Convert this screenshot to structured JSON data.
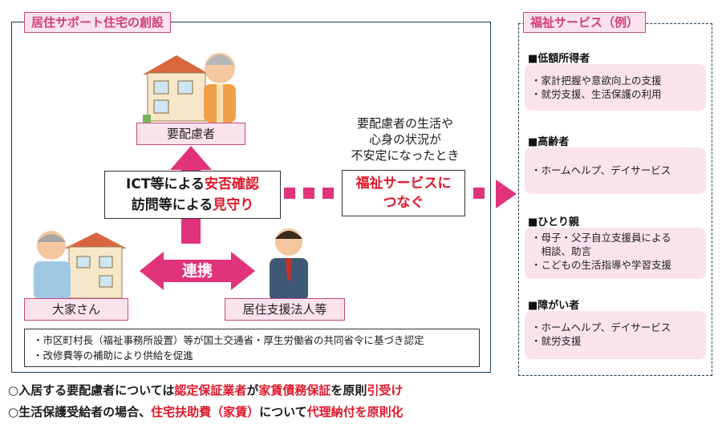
{
  "left_panel": {
    "title": "居住サポート住宅の創設",
    "care_person_label": "要配慮者",
    "landlord_label": "大家さん",
    "support_org_label": "居住支援法人等",
    "renkei_label": "連携",
    "watch_box": {
      "line1_plain": "ICT等による",
      "line1_red": "安否確認",
      "line2_plain": "訪問等による",
      "line2_red": "見守り"
    },
    "condition_text": [
      "要配慮者の生活や",
      "心身の状況が",
      "不安定になったとき"
    ],
    "connect_box": [
      "福祉サービスに",
      "つなぐ"
    ],
    "notes": [
      "・市区町村長（福祉事務所設置）等が国土交通省・厚生労働省の共同省令に基づき認定",
      "・改修費等の補助により供給を促進"
    ]
  },
  "right_panel": {
    "title": "福祉サービス（例）",
    "groups": [
      {
        "heading": "■低額所得者",
        "items": [
          "・家計把握や意欲向上の支援",
          "・就労支援、生活保護の利用"
        ]
      },
      {
        "heading": "■高齢者",
        "items": [
          "・ホームヘルプ、デイサービス"
        ]
      },
      {
        "heading": "■ひとり親",
        "items": [
          "・母子・父子自立支援員による",
          "　相談、助言",
          "・こどもの生活指導や学習支援"
        ]
      },
      {
        "heading": "■障がい者",
        "items": [
          "・ホームヘルプ、デイサービス",
          "・就労支援"
        ]
      }
    ]
  },
  "bottom_notes": [
    {
      "prefix": "○入居する要配慮者については",
      "red1": "認定保証業者",
      "mid": "が",
      "red2": "家賃債務保証",
      "mid2": "を原則",
      "red3": "引受け",
      "suffix": ""
    },
    {
      "prefix": "○生活保護受給者の場合、",
      "red1": "住宅扶助費（家賃）",
      "mid": "について",
      "red2": "代理納付を原則化",
      "mid2": "",
      "red3": "",
      "suffix": ""
    }
  ],
  "colors": {
    "accent_pink": "#e0337a",
    "label_bg": "#fbe3ee",
    "highlight_red": "#e0172a",
    "frame": "#1c3b57"
  }
}
